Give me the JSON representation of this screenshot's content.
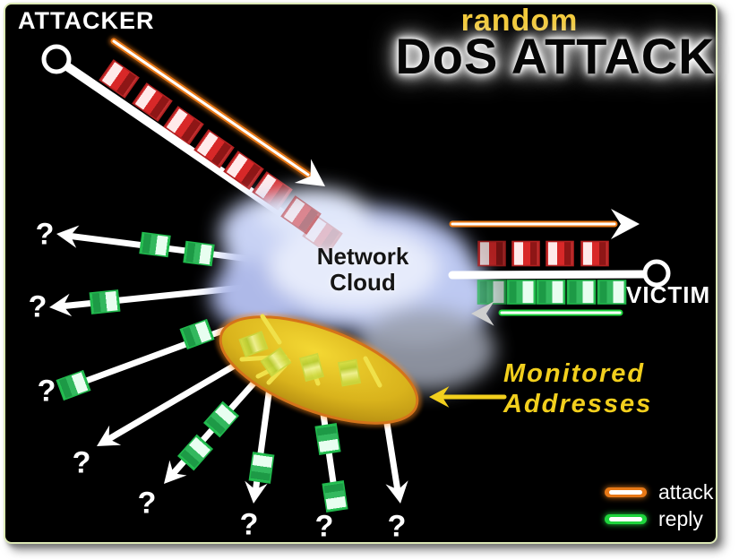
{
  "title": {
    "qualifier": "random",
    "main": "DoS ATTACK"
  },
  "labels": {
    "attacker": "ATTACKER",
    "victim": "VICTIM",
    "cloud_line1": "Network",
    "cloud_line2": "Cloud",
    "monitored_line1": "Monitored",
    "monitored_line2": "Addresses"
  },
  "question_mark": "?",
  "legend": [
    {
      "label": "attack",
      "color": "#e87816"
    },
    {
      "label": "reply",
      "color": "#1ed43c"
    }
  ],
  "flows": [
    {
      "name": "attacker-to-cloud",
      "type": "attack"
    },
    {
      "name": "cloud-to-victim",
      "type": "attack"
    },
    {
      "name": "victim-reply-into-cloud",
      "type": "reply"
    },
    {
      "name": "replies-to-random-addresses",
      "type": "reply",
      "destinations": 8
    }
  ],
  "colors": {
    "attack_flow": "#e87816",
    "reply_flow": "#1ed43c",
    "attack_packet": "#cc2222",
    "reply_packet": "#22aa44",
    "monitored_highlight": "#f2cf1d",
    "network_cloud": "#c3cdf0",
    "title_qualifier": "#f2ca3a",
    "background": "#000000"
  }
}
